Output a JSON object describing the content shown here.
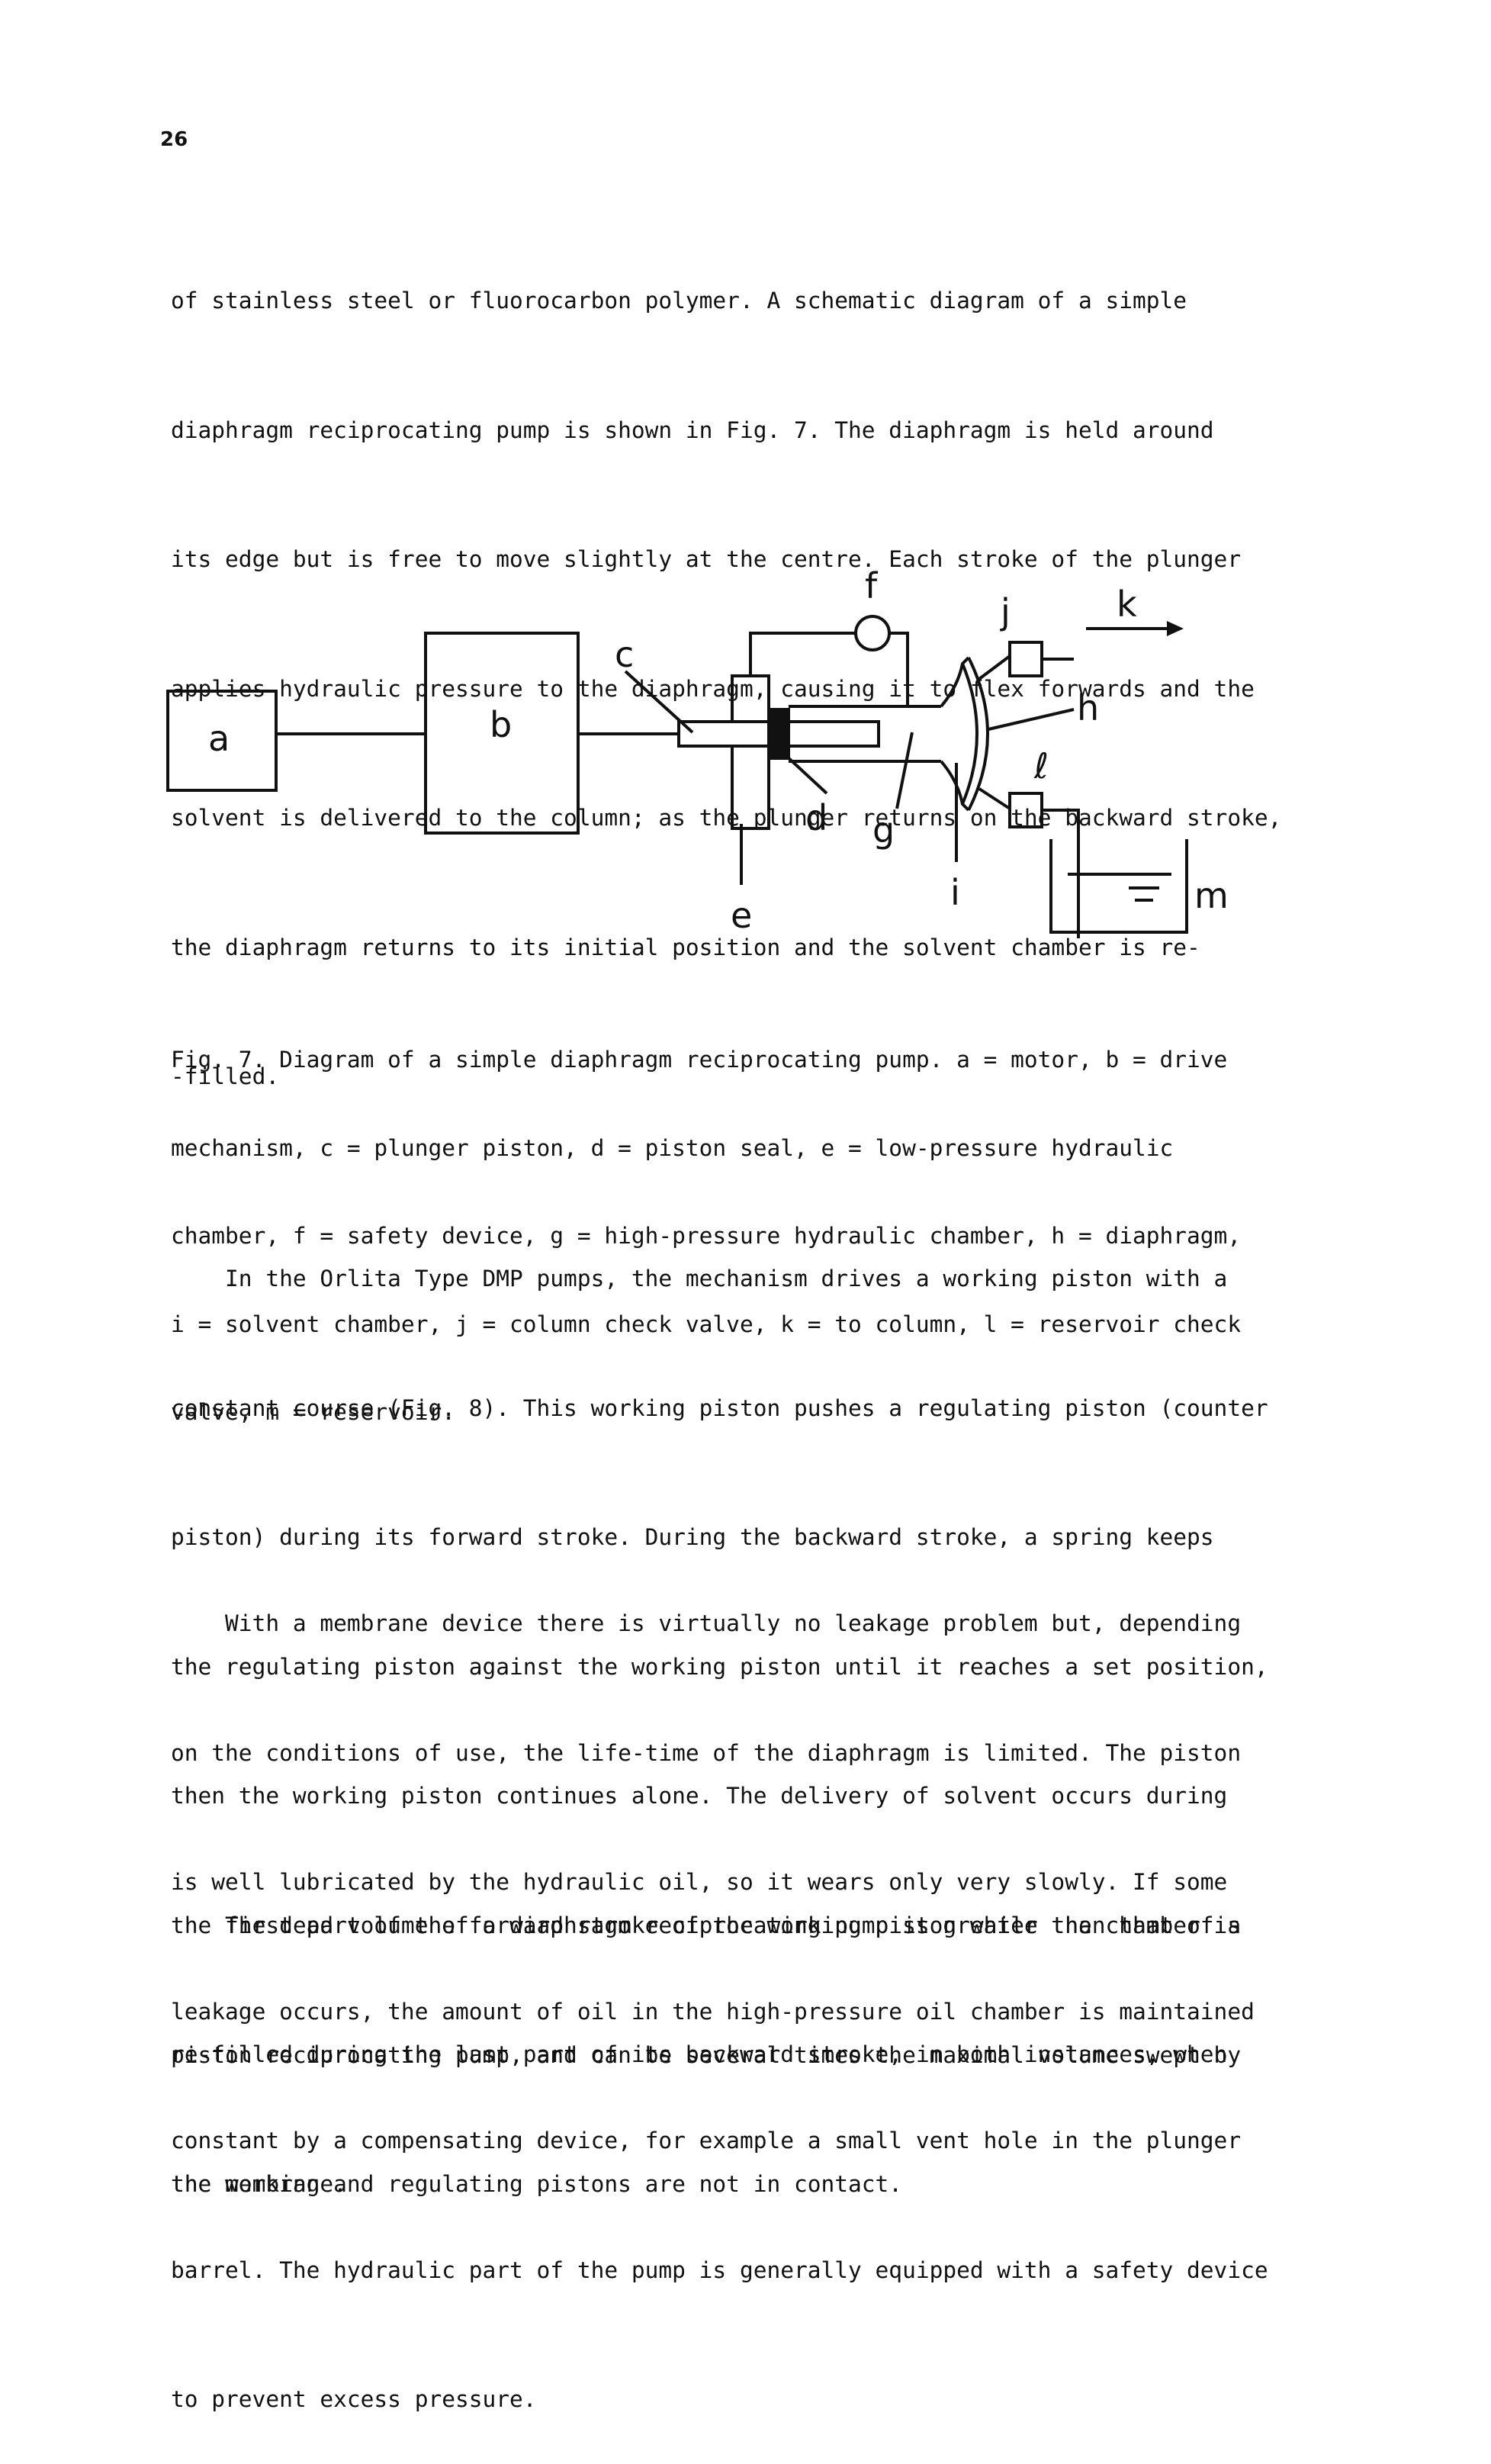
{
  "page_number": "26",
  "intro_lines": [
    "of stainless steel or fluorocarbon polymer. A schematic diagram of a simple",
    "diaphragm reciprocating pump is shown in Fig. 7. The diaphragm is held around",
    "its edge but is free to move slightly at the centre. Each stroke of the plunger",
    "applies hydraulic pressure to the diaphragm, causing it to flex forwards and the",
    "solvent is delivered to the column; as the plunger returns on the backward stroke,",
    "the diaphragm returns to its initial position and the solvent chamber is re-",
    "-filled."
  ],
  "figure": {
    "labels": {
      "a": "a",
      "b": "b",
      "c": "c",
      "d": "d",
      "e": "e",
      "f": "f",
      "g": "g",
      "h": "h",
      "i": "i",
      "j": "j",
      "k": "k",
      "l": "ℓ",
      "m": "m"
    }
  },
  "caption_lines": [
    "Fig. 7. Diagram of a simple diaphragm reciprocating pump. a = motor, b = drive",
    "mechanism, c = plunger piston, d = piston seal, e = low-pressure hydraulic",
    "chamber, f = safety device, g = high-pressure hydraulic chamber, h = diaphragm,",
    "i = solvent chamber, j = column check valve, k = to column, l = reservoir check",
    "valve, m = reservoir."
  ],
  "para2_lines": [
    "    In the Orlita Type DMP pumps, the mechanism drives a working piston with a",
    "constant course (Fig. 8). This working piston pushes a regulating piston (counter",
    "piston) during its forward stroke. During the backward stroke, a spring keeps",
    "the regulating piston against the working piston until it reaches a set position,",
    "then the working piston continues alone. The delivery of solvent occurs during",
    "the first part of the forward stroke of the working piston while the chamber is",
    "re-filled during the last part of its backward stroke, in both instances, when",
    "the working and regulating pistons are not in contact."
  ],
  "para3_lines": [
    "    With a membrane device there is virtually no leakage problem but, depending",
    "on the conditions of use, the life-time of the diaphragm is limited. The piston",
    "is well lubricated by the hydraulic oil, so it wears only very slowly. If some",
    "leakage occurs, the amount of oil in the high-pressure oil chamber is maintained",
    "constant by a compensating device, for example a small vent hole in the plunger",
    "barrel. The hydraulic part of the pump is generally equipped with a safety device",
    "to prevent excess pressure."
  ],
  "para4_lines": [
    "    The dead volume of a diaphragm reciprocating pump is greater than that of a",
    "piston reciprocating pump, and can be several times the maximal volume swept by",
    "the membrane."
  ]
}
